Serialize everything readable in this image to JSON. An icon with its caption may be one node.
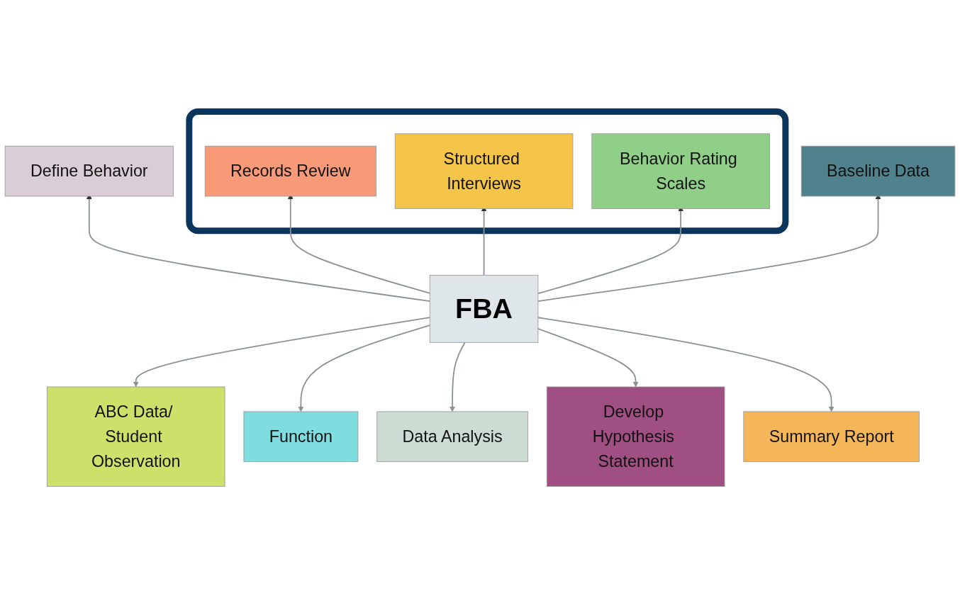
{
  "diagram": {
    "nodes": [
      {
        "text": [
          "Define Behavior"
        ]
      },
      {
        "text": [],
        "shape": "box"
      },
      {
        "text": [
          "Records Review"
        ],
        "in": 1
      },
      {
        "text": [
          "Structured Interviews"
        ],
        "in": 1
      },
      {
        "text": [
          "Behavior Rating Scales"
        ],
        "in": 1
      },
      {
        "text": [
          "Baseline Data"
        ]
      },
      {
        "text": [
          "FBA"
        ]
      },
      {
        "text": [
          "ABC Data/ Student Observation"
        ]
      },
      {
        "text": [
          "Function"
        ]
      },
      {
        "text": [
          "Data Analysis"
        ]
      },
      {
        "text": [
          "Develop Hypothesis Statement"
        ]
      },
      {
        "text": [
          "Summary Report"
        ]
      }
    ],
    "edges": [
      {
        "from": 6,
        "to": 0,
        "arrow": "to"
      },
      {
        "from": 6,
        "to": 2,
        "arrow": "to"
      },
      {
        "from": 6,
        "to": 3,
        "arrow": "to"
      },
      {
        "from": 6,
        "to": 4,
        "arrow": "to"
      },
      {
        "from": 6,
        "to": 5,
        "arrow": "to"
      },
      {
        "from": 6,
        "to": 7,
        "arrow": "to"
      },
      {
        "from": 6,
        "to": 8,
        "arrow": "to"
      },
      {
        "from": 6,
        "to": 9,
        "arrow": "to"
      },
      {
        "from": 6,
        "to": 10,
        "arrow": "to"
      },
      {
        "from": 6,
        "to": 11,
        "arrow": "to"
      }
    ]
  }
}
